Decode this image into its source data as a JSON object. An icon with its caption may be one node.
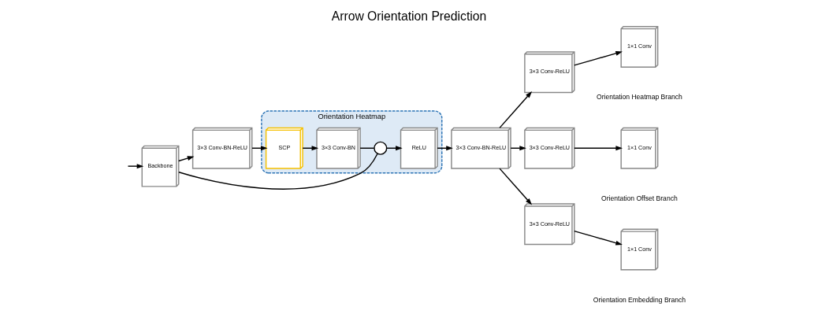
{
  "diagram": {
    "title": "Arrow Orientation Prediction",
    "nodes": [
      {
        "text": [
          "Backbone"
        ]
      },
      {
        "text": [
          "3×3 Conv-BN-ReLU"
        ]
      },
      {
        "text": [
          "Orientation Heatmap"
        ]
      },
      {
        "text": [
          "SCP"
        ],
        "in": 2
      },
      {
        "text": [
          "3×3 Conv-BN"
        ],
        "in": 2
      },
      {
        "text": [],
        "shape": "circle",
        "in": 2
      },
      {
        "text": [
          "ReLU"
        ],
        "in": 2
      },
      {
        "text": [
          "3×3 Conv-BN-ReLU"
        ]
      },
      {
        "text": [
          "3×3 Conv-ReLU"
        ]
      },
      {
        "text": [
          "1×1 Conv"
        ],
        "beside": [
          "Orientation Heatmap Branch"
        ]
      },
      {
        "text": [
          "3×3 Conv-ReLU"
        ]
      },
      {
        "text": [
          "1×1 Conv"
        ],
        "beside": [
          "Orientation Offset Branch"
        ]
      },
      {
        "text": [
          "3×3 Conv-ReLU"
        ]
      },
      {
        "text": [
          "1×1 Conv"
        ],
        "beside": [
          "Orientation Embedding Branch"
        ]
      }
    ],
    "edges": [
      {
        "from": null,
        "to": 0,
        "arrow": "to"
      },
      {
        "from": 0,
        "to": 1,
        "arrow": "to"
      },
      {
        "from": 1,
        "to": 3,
        "arrow": "to"
      },
      {
        "from": 3,
        "to": 4,
        "arrow": "to"
      },
      {
        "from": 4,
        "to": 5,
        "arrow": "none"
      },
      {
        "from": 0,
        "to": 5,
        "arrow": "none"
      },
      {
        "from": 5,
        "to": 6,
        "arrow": "to"
      },
      {
        "from": 6,
        "to": 7,
        "arrow": "to"
      },
      {
        "from": 7,
        "to": 8,
        "arrow": "to"
      },
      {
        "from": 7,
        "to": 10,
        "arrow": "to"
      },
      {
        "from": 7,
        "to": 12,
        "arrow": "to"
      },
      {
        "from": 8,
        "to": 9,
        "arrow": "to"
      },
      {
        "from": 10,
        "to": 11,
        "arrow": "to"
      },
      {
        "from": 12,
        "to": 13,
        "arrow": "to"
      }
    ]
  }
}
